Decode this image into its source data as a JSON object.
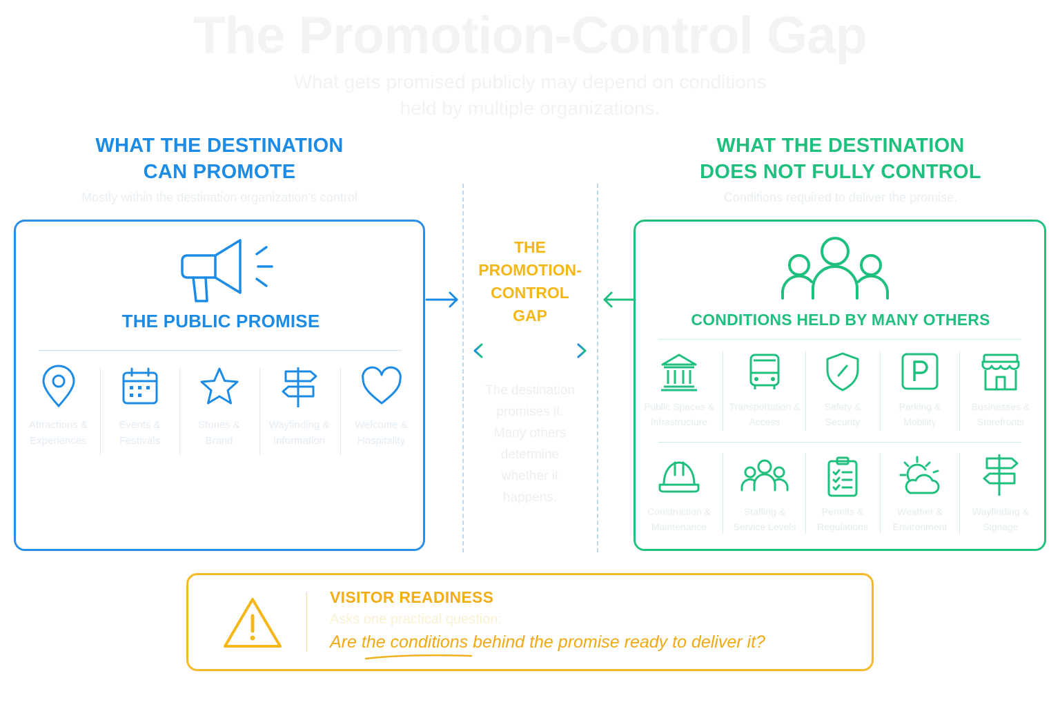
{
  "title": "The Promotion-Control Gap",
  "subtitle": {
    "line1": "What gets promised publicly may depend on conditions",
    "line2": "held by multiple organizations."
  },
  "left": {
    "heading_line1": "WHAT THE DESTINATION",
    "heading_line2": "CAN PROMOTE",
    "subheading": "Mostly within the destination organization's control",
    "icon": "megaphone-icon",
    "panel_title": "THE PUBLIC PROMISE",
    "items": [
      {
        "line1": "Attractions &",
        "line2": "Experiences",
        "icon": "map-pin-icon"
      },
      {
        "line1": "Events &",
        "line2": "Festivals",
        "icon": "calendar-icon"
      },
      {
        "line1": "Stories &",
        "line2": "Brand",
        "icon": "star-icon"
      },
      {
        "line1": "Wayfinding &",
        "line2": "Information",
        "icon": "signpost-icon"
      },
      {
        "line1": "Welcome &",
        "line2": "Hospitality",
        "icon": "heart-icon"
      }
    ]
  },
  "middle": {
    "title_line1": "THE",
    "title_line2": "PROMOTION-",
    "title_line3": "CONTROL",
    "title_line4": "GAP",
    "desc_lines": [
      "The destination",
      "promises it.",
      "Many others",
      "determine",
      "whether it",
      "happens."
    ]
  },
  "right": {
    "heading_line1": "WHAT THE DESTINATION",
    "heading_line2": "DOES NOT FULLY CONTROL",
    "subheading": "Conditions required to deliver the promise.",
    "icon": "people-group-icon",
    "panel_title": "CONDITIONS HELD BY MANY OTHERS",
    "row1": [
      {
        "line1": "Public Spaces &",
        "line2": "Infrastructure",
        "icon": "civic-building-icon"
      },
      {
        "line1": "Transportation &",
        "line2": "Access",
        "icon": "bus-icon"
      },
      {
        "line1": "Safety &",
        "line2": "Security",
        "icon": "shield-icon"
      },
      {
        "line1": "Parking &",
        "line2": "Mobility",
        "icon": "parking-icon"
      },
      {
        "line1": "Businesses &",
        "line2": "Storefronts",
        "icon": "storefront-icon"
      }
    ],
    "row2": [
      {
        "line1": "Construction &",
        "line2": "Maintenance",
        "icon": "hard-hat-icon"
      },
      {
        "line1": "Staffing &",
        "line2": "Service Levels",
        "icon": "staff-group-icon"
      },
      {
        "line1": "Permits &",
        "line2": "Regulations",
        "icon": "clipboard-checklist-icon"
      },
      {
        "line1": "Weather &",
        "line2": "Environment",
        "icon": "sun-cloud-icon"
      },
      {
        "line1": "Wayfinding &",
        "line2": "Signage",
        "icon": "signpost-icon"
      }
    ]
  },
  "readiness": {
    "icon": "warning-icon",
    "title": "VISITOR READINESS",
    "ask": "Asks one practical question:",
    "question": "Are the conditions behind the promise ready to deliver it?"
  },
  "colors": {
    "blue": "#1b8be6",
    "green": "#1fbf7d",
    "gold": "#f5b617"
  }
}
